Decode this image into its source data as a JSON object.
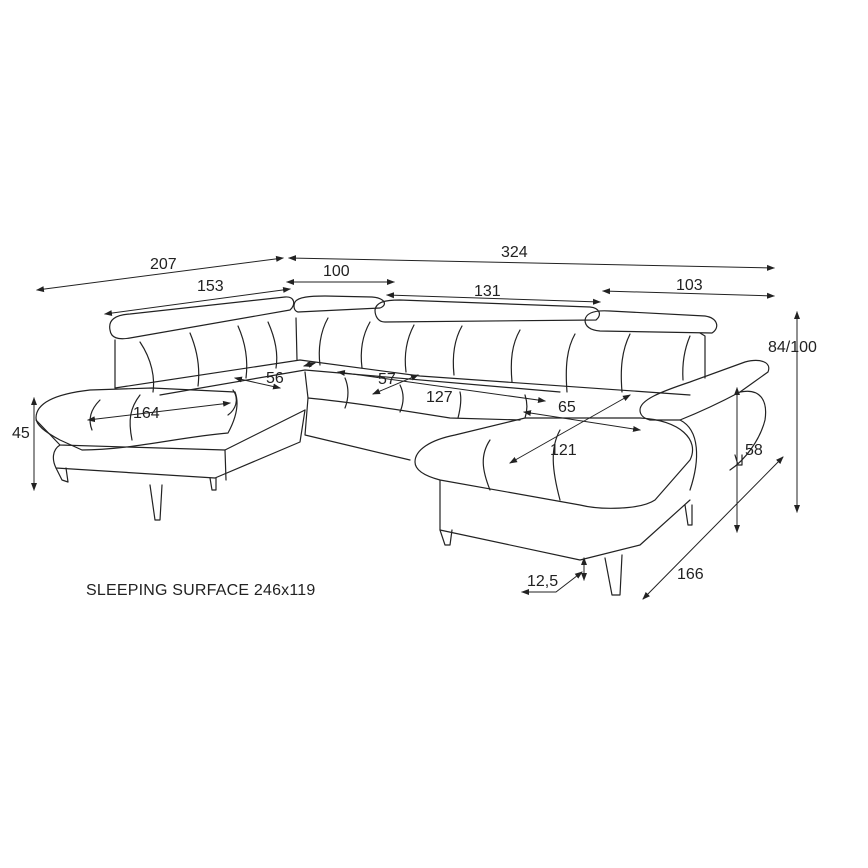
{
  "diagram": {
    "type": "sofa-dimension-drawing",
    "line_color": "#222222",
    "background": "#ffffff",
    "caption": "SLEEPING SURFACE 246x119",
    "dimensions": {
      "left_total_width": "207",
      "right_total_width": "324",
      "left_headrest_width": "153",
      "corner_headrest_width": "100",
      "middle_headrest_width": "131",
      "right_headrest_width": "103",
      "height": "84/100",
      "seat_height": "45",
      "armrest_height": "58",
      "right_chaise_depth": "166",
      "leg_height": "12,5",
      "left_chaise_length": "164",
      "left_seat_depth": "56",
      "middle_seat_depth": "57",
      "middle_seat_width": "127",
      "right_seat_depth": "65",
      "right_chaise_length": "121"
    }
  }
}
